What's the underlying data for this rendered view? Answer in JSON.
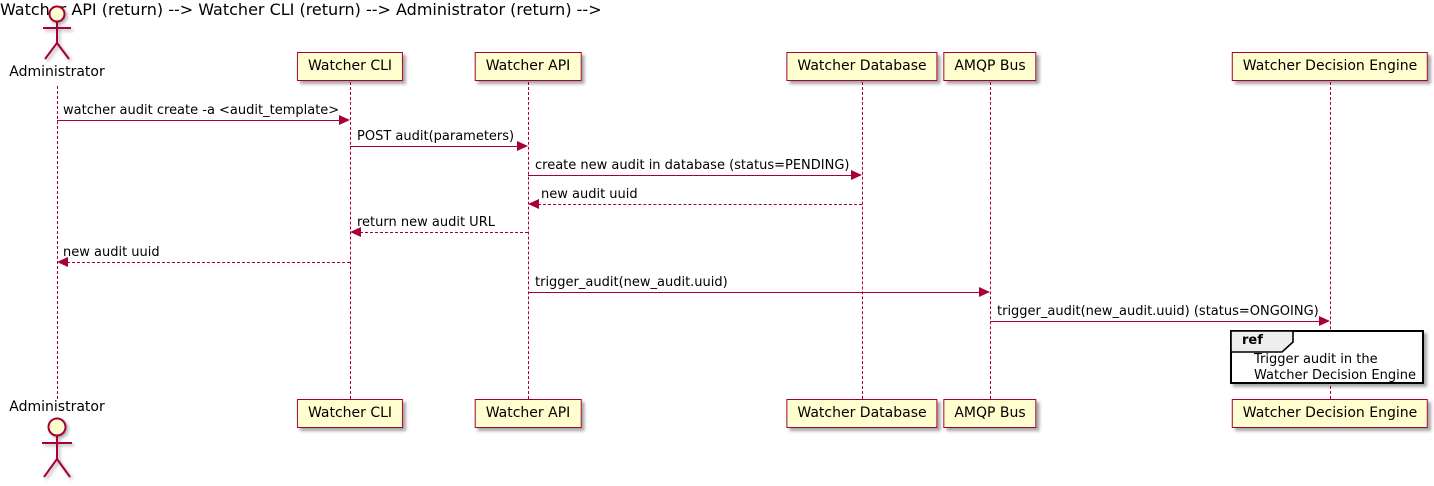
{
  "diagram": {
    "type": "uml-sequence-diagram",
    "actor": {
      "name": "Administrator"
    },
    "participants": [
      {
        "label": "Watcher CLI"
      },
      {
        "label": "Watcher API"
      },
      {
        "label": "Watcher Database"
      },
      {
        "label": "AMQP Bus"
      },
      {
        "label": "Watcher Decision Engine"
      }
    ],
    "messages": [
      {
        "from": "Administrator",
        "to": "Watcher CLI",
        "label": "watcher audit create -a <audit_template>",
        "line": "solid"
      },
      {
        "from": "Watcher CLI",
        "to": "Watcher API",
        "label": "POST audit(parameters)",
        "line": "solid"
      },
      {
        "from": "Watcher API",
        "to": "Watcher Database",
        "label": "create new audit in database (status=PENDING)",
        "line": "solid"
      },
      {
        "from": "Watcher Database",
        "to": "Watcher API",
        "label": "new audit uuid",
        "line": "dashed"
      },
      {
        "from": "Watcher API",
        "to": "Watcher CLI",
        "label": "return new audit URL",
        "line": "dashed"
      },
      {
        "from": "Watcher CLI",
        "to": "Administrator",
        "label": "new audit uuid",
        "line": "dashed"
      },
      {
        "from": "Watcher API",
        "to": "AMQP Bus",
        "label": "trigger_audit(new_audit.uuid)",
        "line": "solid"
      },
      {
        "from": "AMQP Bus",
        "to": "Watcher Decision Engine",
        "label": "trigger_audit(new_audit.uuid) (status=ONGOING)",
        "line": "solid"
      }
    ],
    "ref": {
      "keyword": "ref",
      "line1": "Trigger audit in the",
      "line2": "Watcher Decision Engine"
    },
    "colors": {
      "participant_fill": "#FEFECE",
      "border": "#A80036",
      "arrow": "#A80036",
      "text": "#000000",
      "ref_header_fill": "#EEEEEE",
      "ref_border": "#000000"
    }
  }
}
